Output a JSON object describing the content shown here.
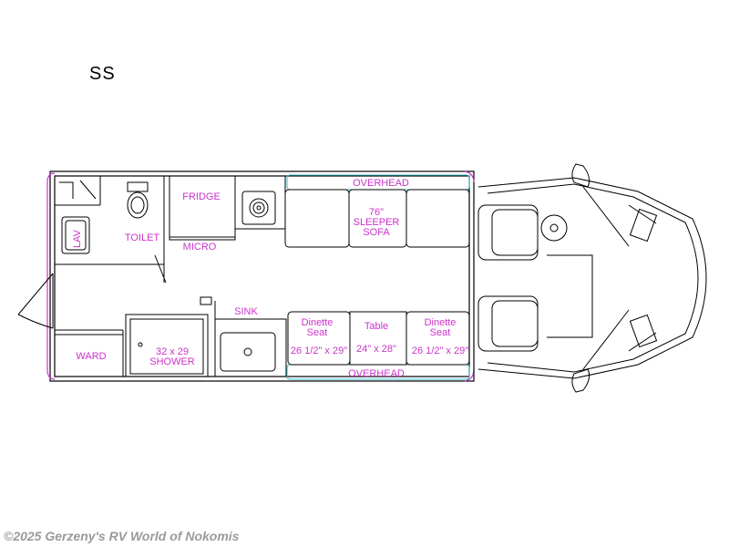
{
  "title": "SS",
  "watermark": "©2025 Gerzeny's RV World of Nokomis",
  "labels": {
    "overhead_top": "OVERHEAD",
    "overhead_bottom": "OVERHEAD",
    "fridge": "FRIDGE",
    "toilet": "TOILET",
    "micro": "MICRO",
    "lav": "LAV",
    "sofa_line1": "76\"",
    "sofa_line2": "SLEEPER",
    "sofa_line3": "SOFA",
    "sink": "SINK",
    "ward": "WARD",
    "shower_line1": "32 x 29",
    "shower_line2": "SHOWER",
    "dinette_left_line1": "Dinette",
    "dinette_left_line2": "Seat",
    "dinette_left_size": "26 1/2\" x 29\"",
    "table_label": "Table",
    "table_size": "24\" x 28\"",
    "dinette_right_line1": "Dinette",
    "dinette_right_line2": "Seat",
    "dinette_right_size": "26 1/2\" x 29\""
  },
  "colors": {
    "label": "#cc33cc",
    "overhead_line": "#33bbcc",
    "outline": "#000000",
    "accent_edge": "#cc33cc"
  }
}
